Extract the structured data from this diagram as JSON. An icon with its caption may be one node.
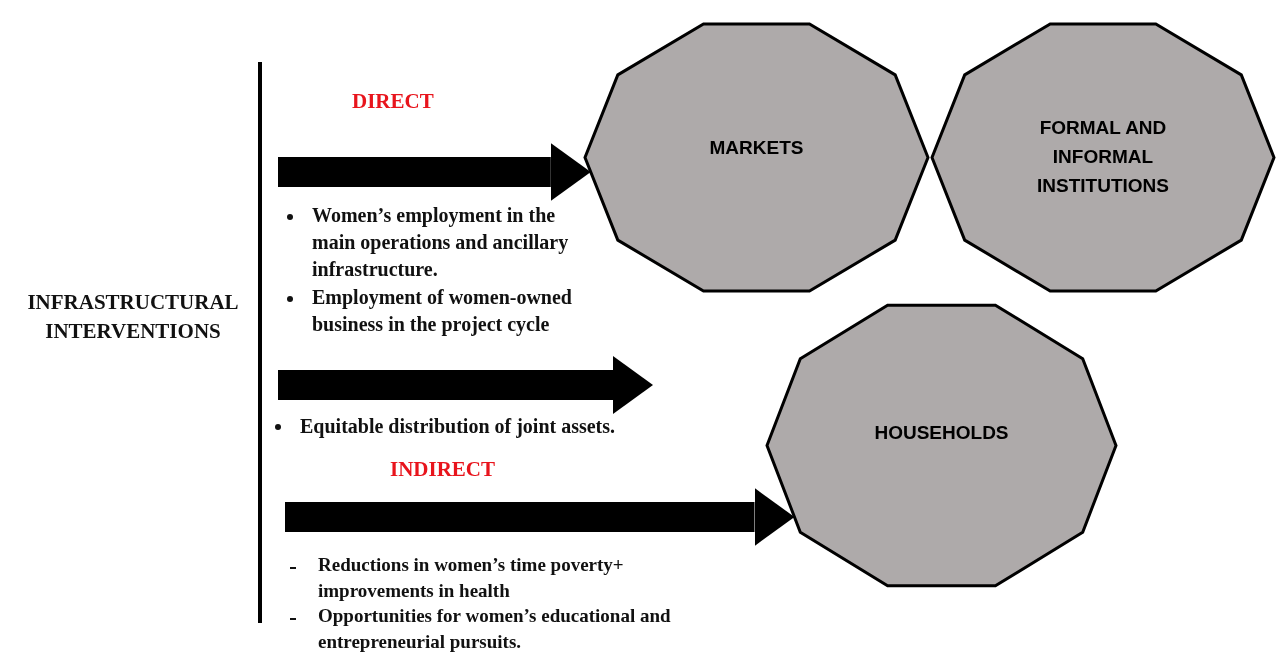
{
  "diagram": {
    "nodes": [
      {
        "text": [
          "INFRASTRUCTURAL INTERVENTIONS"
        ]
      },
      {
        "text": [],
        "shape": "bar"
      },
      {
        "text": [
          "MARKETS"
        ]
      },
      {
        "text": [
          "FORMAL AND INFORMAL INSTITUTIONS"
        ]
      },
      {
        "text": [
          "HOUSEHOLDS"
        ]
      }
    ],
    "edges": [
      {
        "from": 1,
        "to": 2,
        "arrow": "to"
      },
      {
        "from": 1,
        "to": null,
        "arrow": "to"
      },
      {
        "from": 1,
        "to": 4,
        "arrow": "to"
      }
    ],
    "labels": [
      "DIRECT",
      "Women’s employment in the main operations and ancillary infrastructure.",
      "Employment of women-owned business in the project cycle",
      "Equitable distribution of joint assets.",
      "INDIRECT",
      "Reductions in women’s time poverty+ improvements in health",
      "Opportunities for women’s educational and entrepreneurial pursuits."
    ]
  }
}
